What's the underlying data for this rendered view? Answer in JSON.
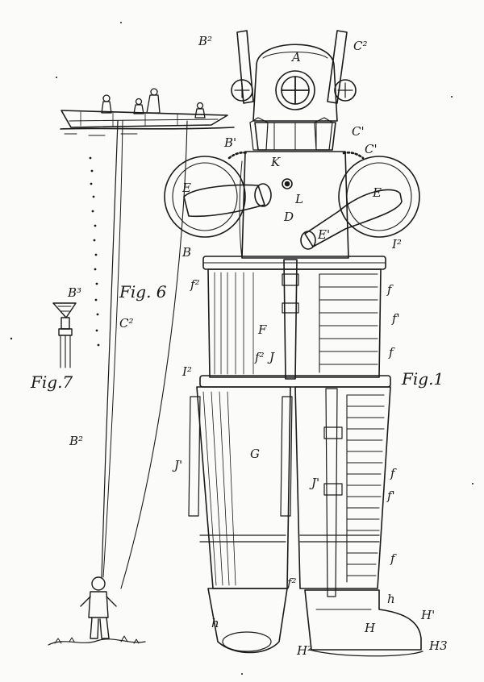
{
  "figure": {
    "captions": {
      "fig1": "Fig.1",
      "fig6": "Fig. 6",
      "fig7": "Fig.7"
    },
    "labels": {
      "B2_top": "B²",
      "C2_top": "C²",
      "A": "A",
      "B1": "B'",
      "C1a": "C'",
      "C1b": "C'",
      "K": "K",
      "E_left": "E",
      "E_right": "E",
      "L": "L",
      "D": "D",
      "E1": "E'",
      "B": "B",
      "I2_top": "I²",
      "f2_upper": "f²",
      "f_1": "f",
      "f1_1": "f'",
      "f_2": "f",
      "F": "F",
      "f2_mid": "f²",
      "J": "J",
      "I2_mid": "I²",
      "B3": "B³",
      "C2_mid": "C²",
      "J1_left": "J'",
      "G": "G",
      "J1_right": "J'",
      "f_3": "f",
      "f1_2": "f'",
      "B2_low": "B²",
      "f_4": "f",
      "f2_low": "f²",
      "h_right": "h",
      "H1": "H'",
      "H": "H",
      "h_left": "h",
      "H2": "H²",
      "H3": "H3"
    }
  }
}
